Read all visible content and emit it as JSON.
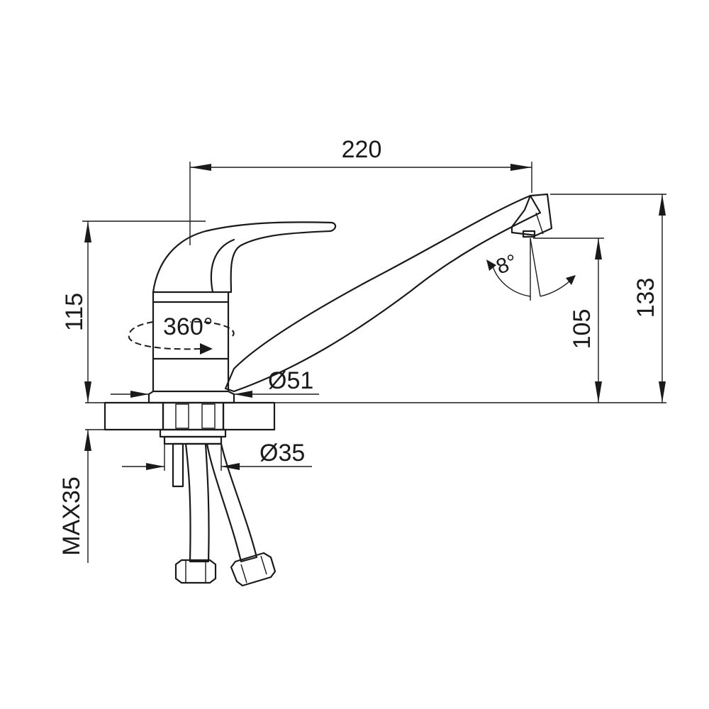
{
  "dimensions": {
    "spout_reach": "220",
    "overall_height": "133",
    "spout_height": "105",
    "body_height": "115",
    "base_diameter": "Ø51",
    "shank_diameter": "Ø35",
    "max_counter_thickness": "MAX35"
  },
  "annotations": {
    "rotation": "360°",
    "spout_angle": "8°"
  },
  "colors": {
    "line": "#1a1a1a",
    "background": "#ffffff"
  }
}
